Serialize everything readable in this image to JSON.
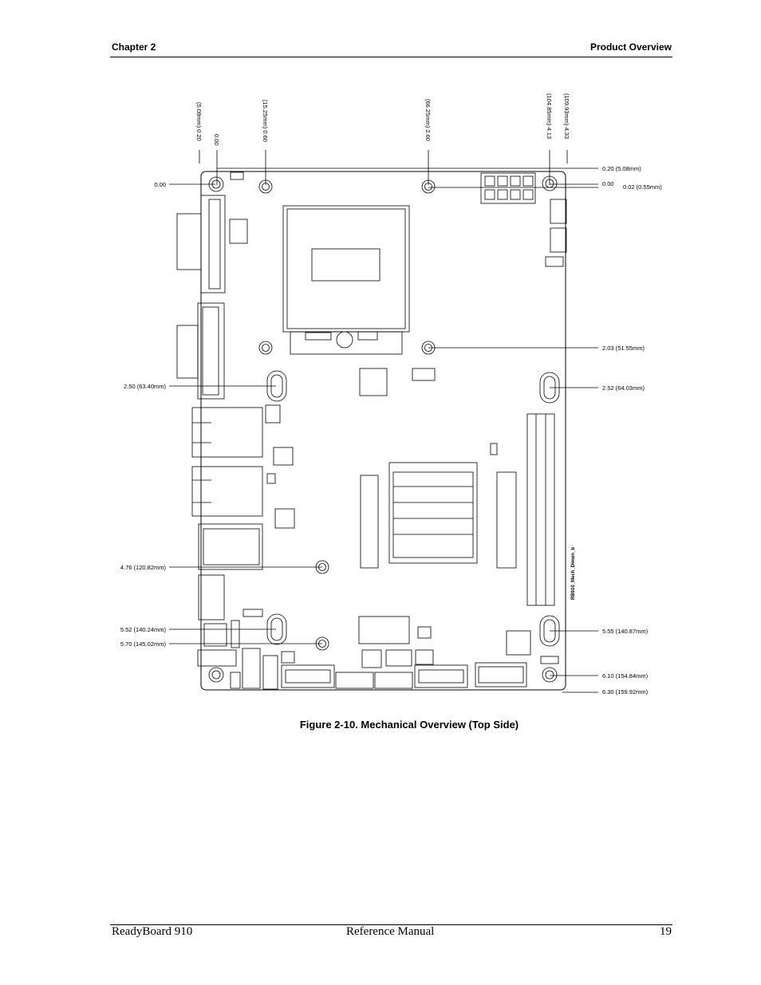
{
  "header": {
    "chapter": "Chapter 2",
    "section": "Product Overview"
  },
  "figure": {
    "top_dims": [
      "(5.08mm) 0.20",
      "0.00",
      "(15.25mm) 0.60",
      "(66.25mm) 2.60",
      "(104.85mm) 4.13",
      "(109.93mm) 4.33"
    ],
    "left_dims": [
      "0.00",
      "2.50 (63.40mm)",
      "4.76 (120.82mm)",
      "5.52 (140.24mm)",
      "5.70 (145.02mm)"
    ],
    "right_dims": [
      "0.20 (5.08mm)",
      "0.00",
      "0.02 (0.55mm)",
      "2.03 (51.55mm)",
      "2.52 (64.03mm)",
      "5.55 (140.87mm)",
      "6.10 (154.84mm)",
      "6.30 (159.92mm)"
    ],
    "drawing_id": "RB910_Mech_Dimen_b",
    "caption": "Figure  2-10.   Mechanical Overview (Top Side)"
  },
  "footer": {
    "product": "ReadyBoard 910",
    "doc": "Reference Manual",
    "page": "19"
  }
}
